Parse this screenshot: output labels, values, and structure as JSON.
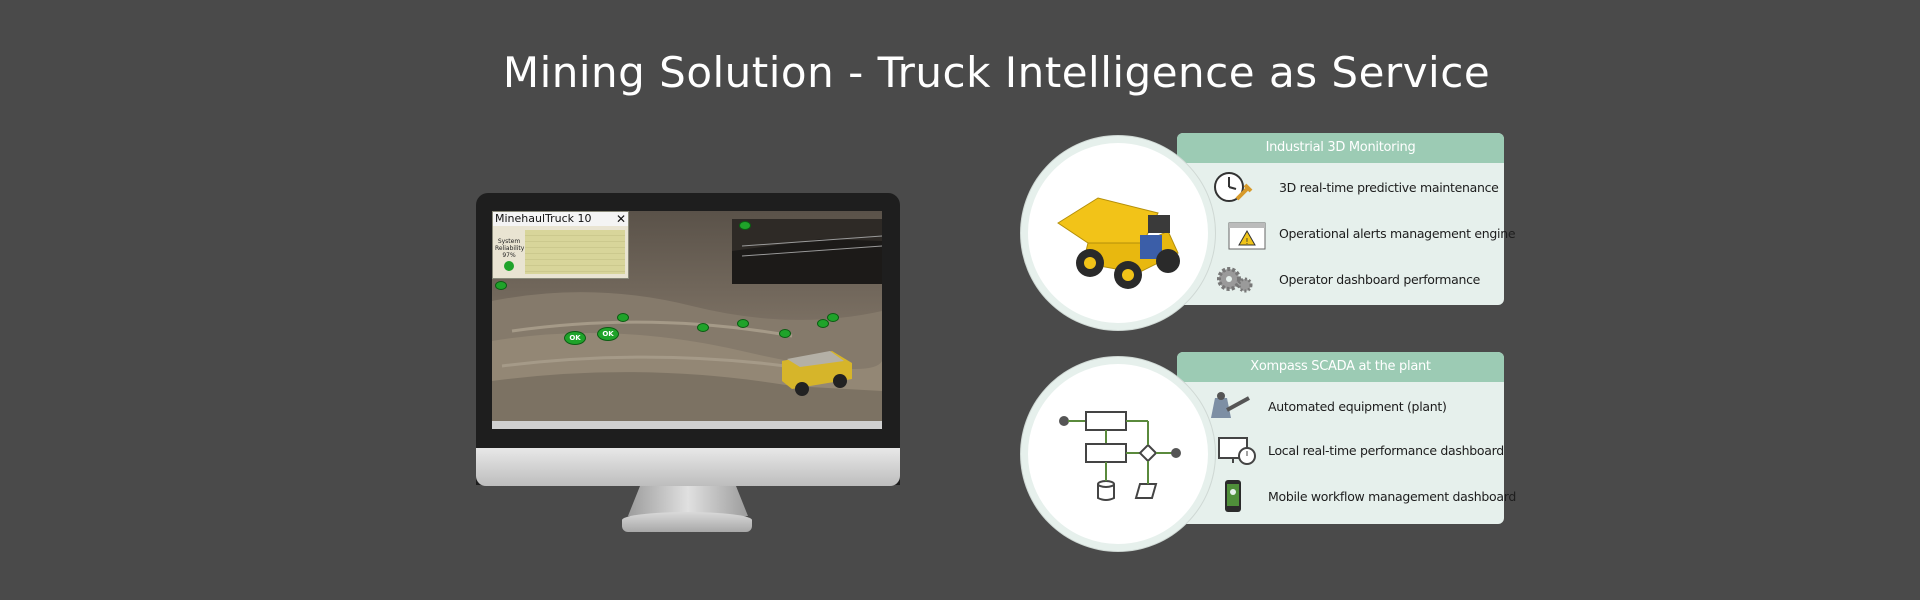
{
  "page": {
    "title": "Mining Solution - Truck Intelligence as Service"
  },
  "monitor": {
    "popup_title": "MinehaulTruck 10",
    "close_glyph": "✕",
    "reliability_label": "System Reliability",
    "reliability_value": "97%",
    "markers": [
      "OK",
      "OK"
    ]
  },
  "panels": [
    {
      "header": "Industrial 3D Monitoring",
      "items": [
        {
          "label": "3D real-time predictive maintenance",
          "icon": "clock-wrench-icon"
        },
        {
          "label": "Operational alerts management engine",
          "icon": "alert-window-icon"
        },
        {
          "label": "Operator dashboard performance",
          "icon": "gears-icon"
        }
      ],
      "illustration": "mining-truck-icon"
    },
    {
      "header": "Xompass SCADA at the plant",
      "items": [
        {
          "label": "Automated equipment (plant)",
          "icon": "conveyor-icon"
        },
        {
          "label": "Local real-time performance dashboard",
          "icon": "monitor-clock-icon"
        },
        {
          "label": "Mobile workflow management dashboard",
          "icon": "mobile-icon"
        }
      ],
      "illustration": "flowchart-icon"
    }
  ],
  "colors": {
    "background": "#4a4a4a",
    "panel_header": "#9ccbb4",
    "panel_body": "#e6f0ec",
    "accent_green": "#5a8a3c"
  }
}
